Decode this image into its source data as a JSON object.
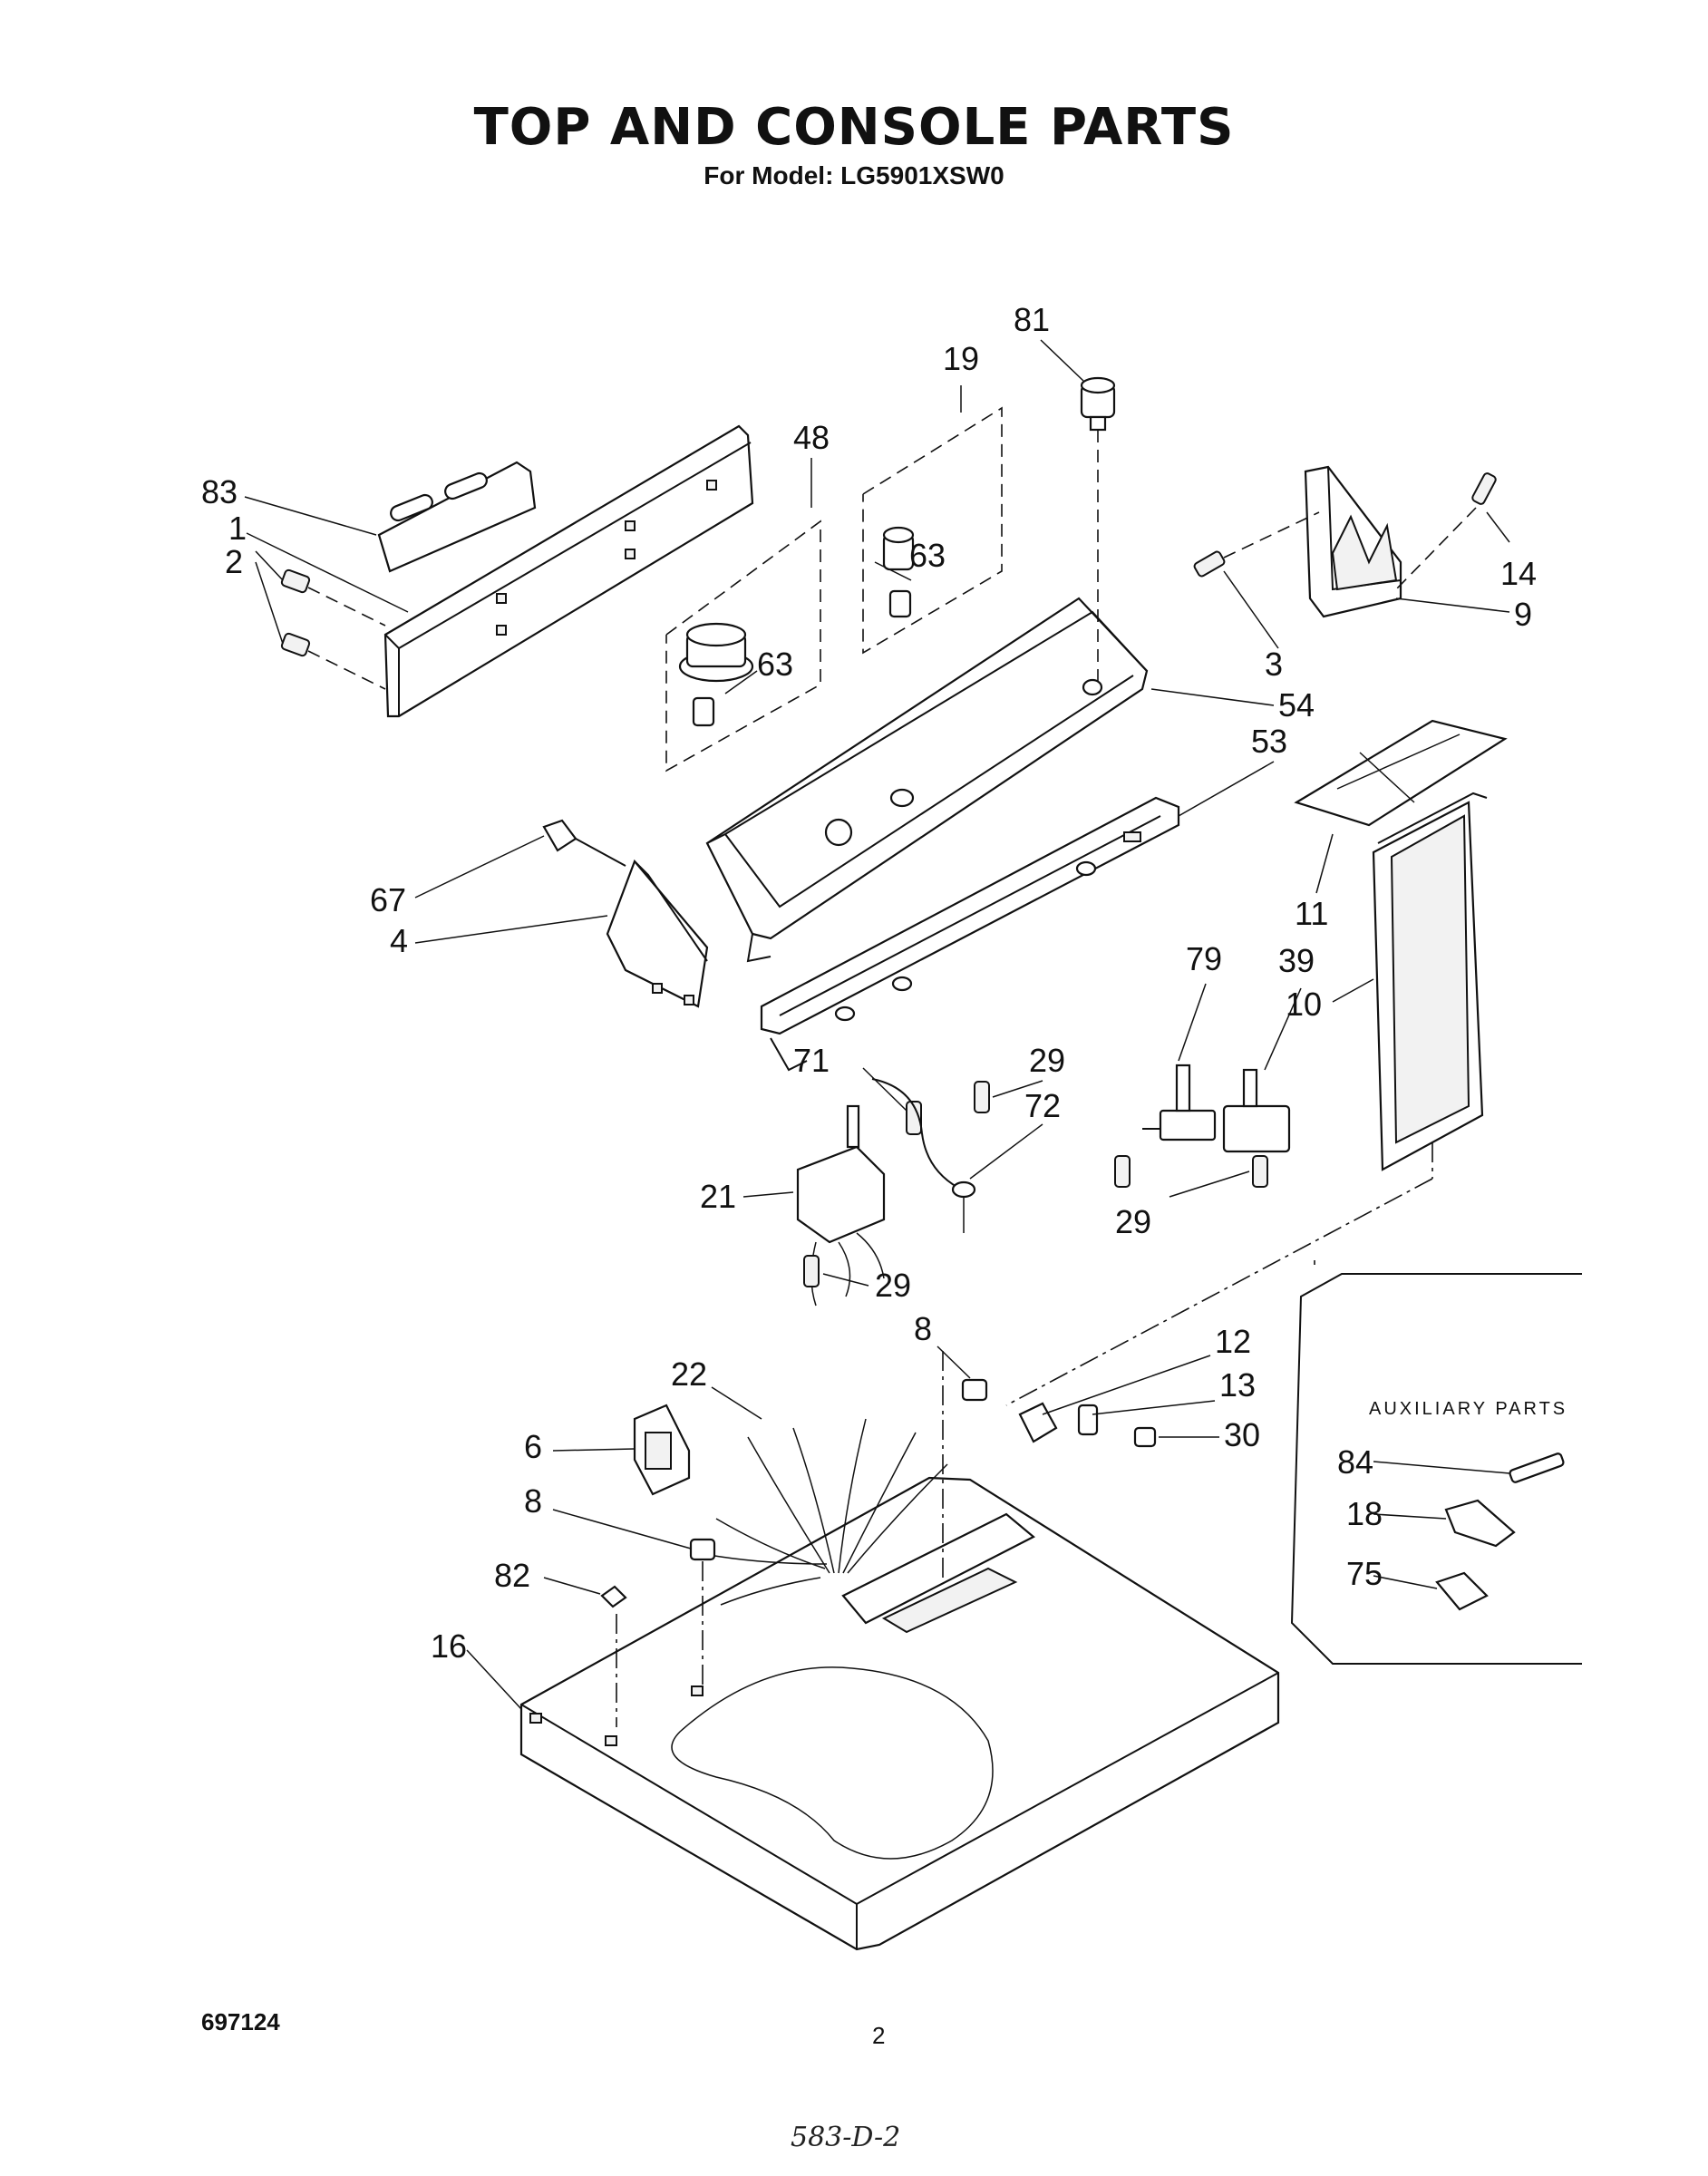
{
  "header": {
    "title": "TOP AND CONSOLE PARTS",
    "subtitle": "For Model: LG5901XSW0"
  },
  "callouts": {
    "c81": "81",
    "c19": "19",
    "c48": "48",
    "c83": "83",
    "c1": "1",
    "c2": "2",
    "c63a": "63",
    "c63b": "63",
    "c14": "14",
    "c9": "9",
    "c3": "3",
    "c54": "54",
    "c53": "53",
    "c67": "67",
    "c4": "4",
    "c11": "11",
    "c79": "79",
    "c39": "39",
    "c10": "10",
    "c29a": "29",
    "c71": "71",
    "c72": "72",
    "c21": "21",
    "c29b": "29",
    "c29c": "29",
    "c8a": "8",
    "c12": "12",
    "c22": "22",
    "c13": "13",
    "c30": "30",
    "c6": "6",
    "c8b": "8",
    "c82": "82",
    "c16": "16",
    "c84": "84",
    "c18": "18",
    "c75": "75"
  },
  "auxiliary": {
    "title": "AUXILIARY PARTS"
  },
  "footer": {
    "doc_number": "697124",
    "page_number": "2",
    "handwritten": "583-D-2"
  }
}
